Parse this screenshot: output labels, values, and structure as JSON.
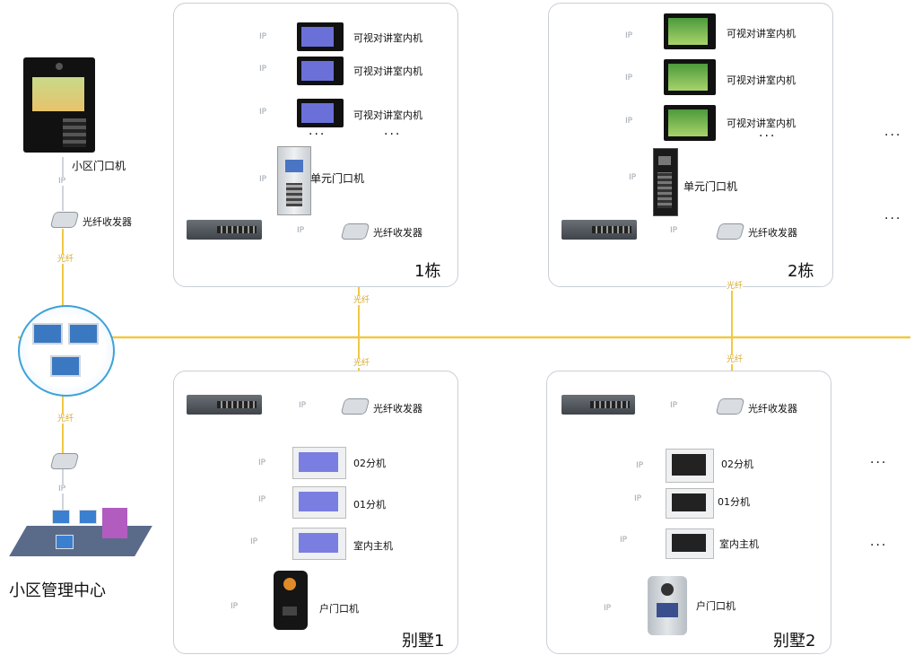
{
  "community_gate": "小区门口机",
  "transceiver": "光纤收发器",
  "fiber_label": "光纤",
  "ip_label": "IP",
  "management_center": "小区管理中心",
  "ellipsis": "...",
  "ellipsis_side": "···",
  "building1": {
    "title": "1栋",
    "indoor": [
      "可视对讲室内机",
      "可视对讲室内机",
      "可视对讲室内机"
    ],
    "unit_gate": "单元门口机"
  },
  "building2": {
    "title": "2栋",
    "indoor": [
      "可视对讲室内机",
      "可视对讲室内机",
      "可视对讲室内机"
    ],
    "unit_gate": "单元门口机"
  },
  "villa1": {
    "title": "别墅1",
    "units": [
      "02分机",
      "01分机",
      "室内主机"
    ],
    "door": "户门口机"
  },
  "villa2": {
    "title": "别墅2",
    "units": [
      "02分机",
      "01分机",
      "室内主机"
    ],
    "door": "户门口机"
  }
}
